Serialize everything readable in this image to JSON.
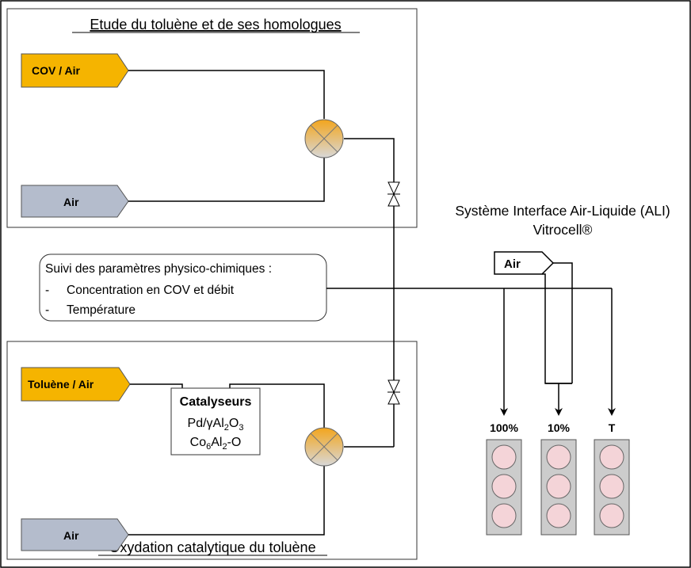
{
  "top_section": {
    "title": "Etude du toluène et de ses homologues"
  },
  "bottom_section": {
    "title": "Oxydation catalytique du toluène"
  },
  "sources": {
    "cov_air": "COV / Air",
    "air_top": "Air",
    "toluene_air": "Toluène / Air",
    "air_bottom": "Air",
    "ali_air": "Air"
  },
  "monitoring": {
    "title": "Suivi des paramètres physico-chimiques :",
    "items": [
      "Concentration en COV et débit",
      "Température"
    ],
    "bullet": "-"
  },
  "catalysts": {
    "title": "Catalyseurs",
    "line1": {
      "a": "Pd/γAl",
      "s1": "2",
      "b": "O",
      "s2": "3"
    },
    "line2": {
      "a": "Co",
      "s1": "6",
      "b": "Al",
      "s2": "2",
      "c": "-O"
    }
  },
  "ali": {
    "title_line1": "Système Interface Air-Liquide (ALI)",
    "title_line2": "Vitrocell®",
    "wells": [
      "100%",
      "10%",
      "T"
    ]
  },
  "colors": {
    "orange_source": "#f5b400",
    "grey_source": "#b4bccc",
    "well_fill": "#f4d4d8",
    "well_frame": "#cccccc",
    "mixer_top": "#f3a51c",
    "mixer_bottom": "#d8d8d8"
  }
}
